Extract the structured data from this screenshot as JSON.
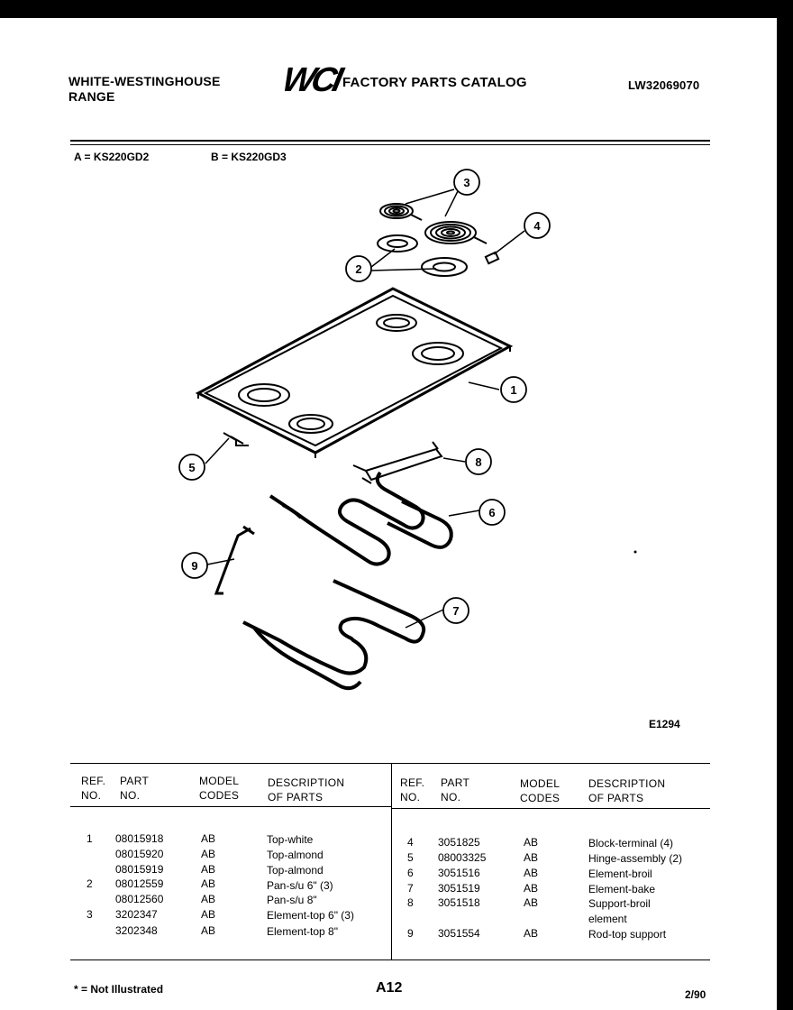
{
  "header": {
    "manufacturer": "WHITE-WESTINGHOUSE",
    "product": "RANGE",
    "logo_text": "WCI",
    "catalog_title": "FACTORY PARTS CATALOG",
    "catalog_number": "LW32069070"
  },
  "models": {
    "a": "A = KS220GD2",
    "b": "B = KS220GD3"
  },
  "diagram": {
    "callouts": [
      "1",
      "2",
      "3",
      "4",
      "5",
      "6",
      "7",
      "8",
      "9"
    ],
    "figure_code": "E1294"
  },
  "table": {
    "headers": {
      "ref": [
        "REF.",
        "NO."
      ],
      "part": [
        "PART",
        "NO."
      ],
      "model": [
        "MODEL",
        "CODES"
      ],
      "desc": [
        "DESCRIPTION",
        "OF PARTS"
      ]
    },
    "left_rows": [
      {
        "ref": "1",
        "part": "08015918",
        "code": "AB",
        "desc": "Top-white"
      },
      {
        "ref": "",
        "part": "08015920",
        "code": "AB",
        "desc": "Top-almond"
      },
      {
        "ref": "",
        "part": "08015919",
        "code": "AB",
        "desc": "Top-almond"
      },
      {
        "ref": "2",
        "part": "08012559",
        "code": "AB",
        "desc": "Pan-s/u 6\" (3)"
      },
      {
        "ref": "",
        "part": "08012560",
        "code": "AB",
        "desc": "Pan-s/u 8\""
      },
      {
        "ref": "3",
        "part": "3202347",
        "code": "AB",
        "desc": "Element-top 6\" (3)"
      },
      {
        "ref": "",
        "part": "3202348",
        "code": "AB",
        "desc": "Element-top 8\""
      }
    ],
    "right_rows": [
      {
        "ref": "4",
        "part": "3051825",
        "code": "AB",
        "desc": "Block-terminal (4)"
      },
      {
        "ref": "5",
        "part": "08003325",
        "code": "AB",
        "desc": "Hinge-assembly (2)"
      },
      {
        "ref": "6",
        "part": "3051516",
        "code": "AB",
        "desc": "Element-broil"
      },
      {
        "ref": "7",
        "part": "3051519",
        "code": "AB",
        "desc": "Element-bake"
      },
      {
        "ref": "8",
        "part": "3051518",
        "code": "AB",
        "desc": "Support-broil element"
      },
      {
        "ref": "9",
        "part": "3051554",
        "code": "AB",
        "desc": "Rod-top support"
      }
    ]
  },
  "footer": {
    "note": "* = Not Illustrated",
    "page": "A12",
    "date": "2/90"
  }
}
